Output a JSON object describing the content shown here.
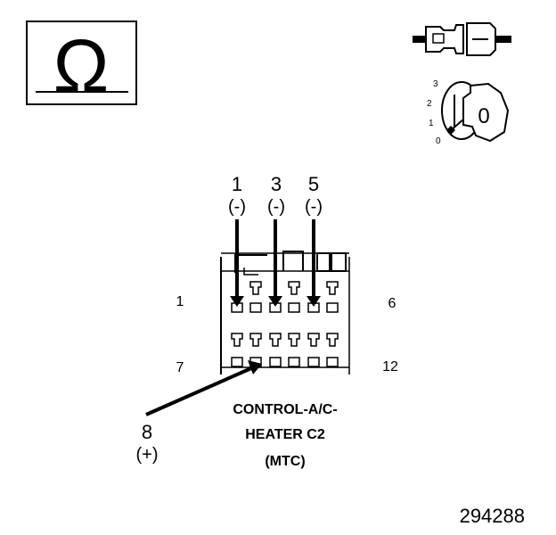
{
  "symbols": {
    "ohm": "Ω",
    "key_positions": [
      "3",
      "2",
      "1",
      "0"
    ],
    "key_label": "0"
  },
  "pin_callouts": [
    {
      "number": "1",
      "polarity": "(-)"
    },
    {
      "number": "3",
      "polarity": "(-)"
    },
    {
      "number": "5",
      "polarity": "(-)"
    },
    {
      "number": "8",
      "polarity": "(+)"
    }
  ],
  "connector": {
    "row_labels": {
      "top_left": "1",
      "top_right": "6",
      "bottom_left": "7",
      "bottom_right": "12"
    },
    "name_lines": [
      "CONTROL-A/C-",
      "HEATER C2",
      "(MTC)"
    ]
  },
  "figure_id": "294288"
}
